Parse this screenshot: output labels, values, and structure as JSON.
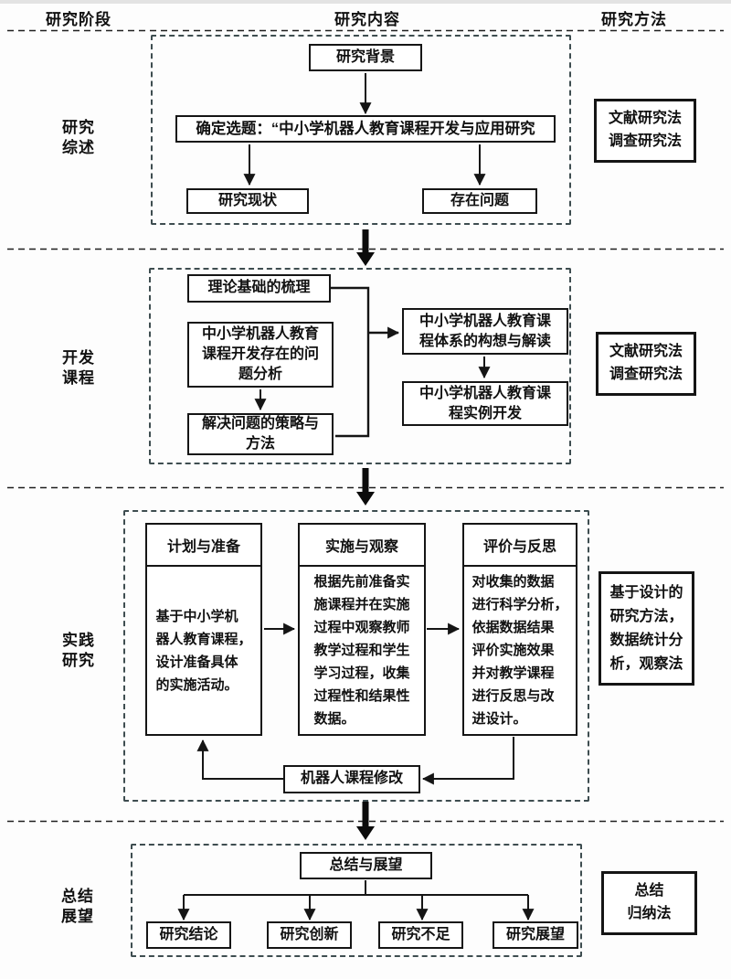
{
  "colors": {
    "ink": "#151515",
    "container_dash": "#3e4d50",
    "background": "#fdfdfd"
  },
  "header": {
    "stage": "研究阶段",
    "content": "研究内容",
    "method": "研究方法"
  },
  "review": {
    "stage_label": "研究\n综述",
    "method_label": "文献研究法\n调查研究法",
    "background_box": "研究背景",
    "topic_box": "确定选题：“中小学机器人教育课程开发与应用研究",
    "status_box": "研究现状",
    "problem_box": "存在问题"
  },
  "develop": {
    "stage_label": "开发\n课程",
    "method_label": "文献研究法\n调查研究法",
    "theory_box": "理论基础的梳理",
    "analysis_box": "中小学机器人教育\n课程开发存在的问\n题分析",
    "strategy_box": "解决问题的策略与\n方法",
    "system_box": "中小学机器人教育课\n程体系的构想与解读",
    "case_box": "中小学机器人教育课\n程实例开发"
  },
  "practice": {
    "stage_label": "实践\n研究",
    "method_label": "基于设计的\n研究方法，\n数据统计分\n析，观察法",
    "columns": [
      {
        "title": "计划与准备",
        "body": "基于中小学机\n器人教育课程，\n设计准备具体\n的实施活动。"
      },
      {
        "title": "实施与观察",
        "body": "根据先前准备实\n施课程并在实施\n过程中观察教师\n教学过程和学生\n学习过程，收集\n过程性和结果性\n数据。"
      },
      {
        "title": "评价与反思",
        "body": "对收集的数据\n进行科学分析，\n依据数据结果\n评价实施效果\n并对教学课程\n进行反思与改\n进设计。"
      }
    ],
    "revision_box": "机器人课程修改"
  },
  "summary": {
    "stage_label": "总结\n展望",
    "method_label": "总结\n归纳法",
    "top_box": "总结与展望",
    "leaf_boxes": [
      "研究结论",
      "研究创新",
      "研究不足",
      "研究展望"
    ]
  }
}
